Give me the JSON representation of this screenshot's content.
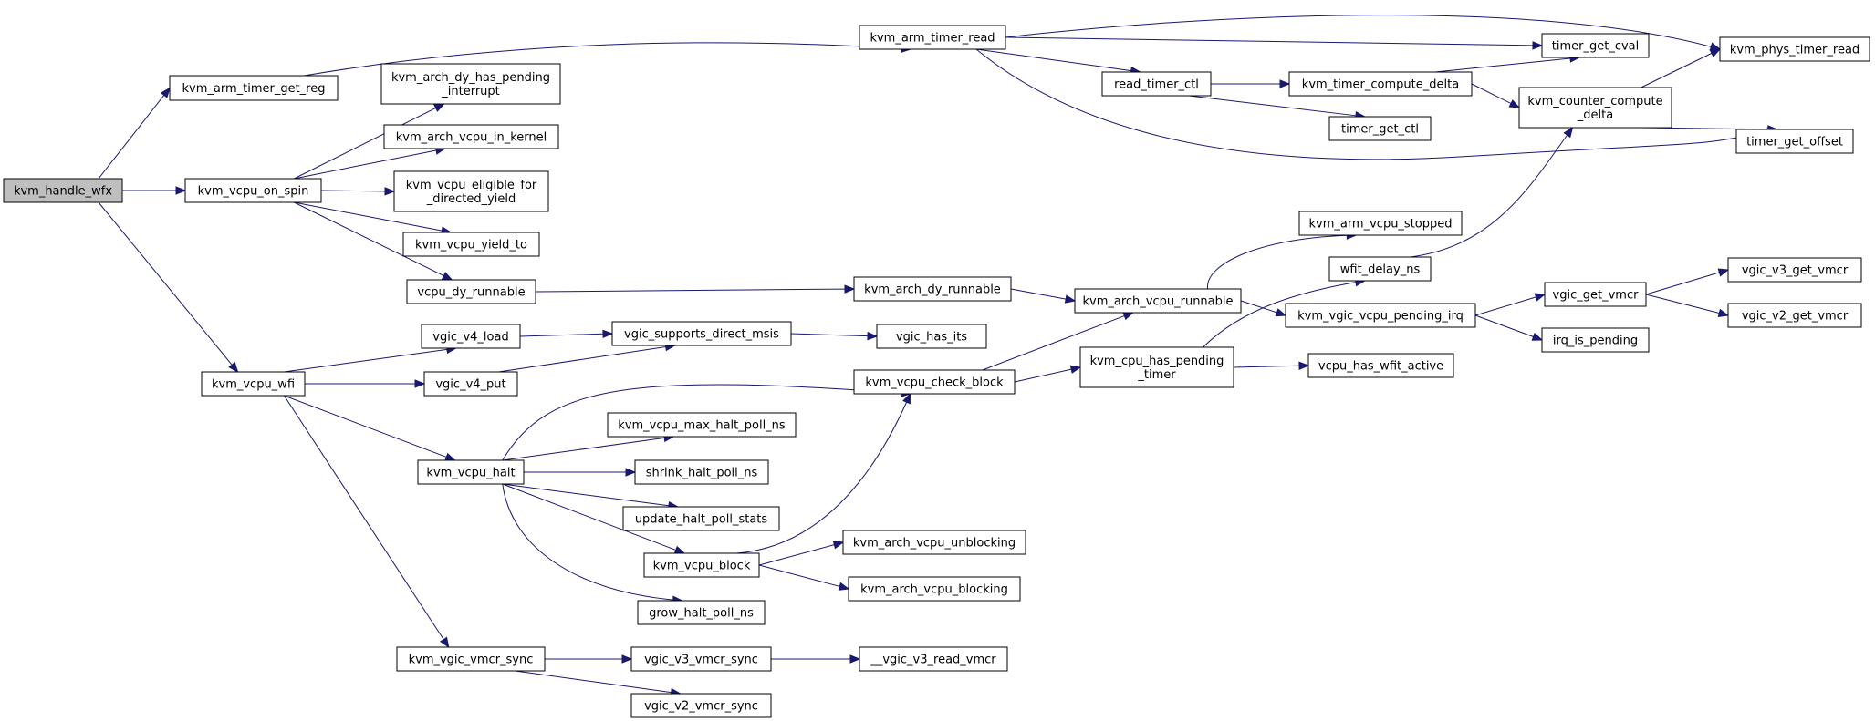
{
  "colors": {
    "edge": "#191970",
    "root_fill": "#bfbfbf",
    "node_fill": "#ffffff",
    "node_border": "#000000"
  },
  "nodes": {
    "kvm_handle_wfx": [
      "kvm_handle_wfx"
    ],
    "kvm_arm_timer_get_reg": [
      "kvm_arm_timer_get_reg"
    ],
    "kvm_vcpu_on_spin": [
      "kvm_vcpu_on_spin"
    ],
    "kvm_vcpu_wfi": [
      "kvm_vcpu_wfi"
    ],
    "kvm_arm_timer_read": [
      "kvm_arm_timer_read"
    ],
    "kvm_arch_dy_has_pending_interrupt": [
      "kvm_arch_dy_has_pending",
      "_interrupt"
    ],
    "kvm_arch_vcpu_in_kernel": [
      "kvm_arch_vcpu_in_kernel"
    ],
    "kvm_vcpu_eligible_for_directed_yield": [
      "kvm_vcpu_eligible_for",
      "_directed_yield"
    ],
    "kvm_vcpu_yield_to": [
      "kvm_vcpu_yield_to"
    ],
    "vcpu_dy_runnable": [
      "vcpu_dy_runnable"
    ],
    "vgic_v4_load": [
      "vgic_v4_load"
    ],
    "vgic_v4_put": [
      "vgic_v4_put"
    ],
    "kvm_vcpu_halt": [
      "kvm_vcpu_halt"
    ],
    "kvm_vgic_vmcr_sync": [
      "kvm_vgic_vmcr_sync"
    ],
    "vgic_supports_direct_msis": [
      "vgic_supports_direct_msis"
    ],
    "kvm_vcpu_max_halt_poll_ns": [
      "kvm_vcpu_max_halt_poll_ns"
    ],
    "shrink_halt_poll_ns": [
      "shrink_halt_poll_ns"
    ],
    "update_halt_poll_stats": [
      "update_halt_poll_stats"
    ],
    "kvm_vcpu_block": [
      "kvm_vcpu_block"
    ],
    "grow_halt_poll_ns": [
      "grow_halt_poll_ns"
    ],
    "vgic_v3_vmcr_sync": [
      "vgic_v3_vmcr_sync"
    ],
    "vgic_v2_vmcr_sync": [
      "vgic_v2_vmcr_sync"
    ],
    "vgic_has_its": [
      "vgic_has_its"
    ],
    "kvm_arch_dy_runnable": [
      "kvm_arch_dy_runnable"
    ],
    "kvm_vcpu_check_block": [
      "kvm_vcpu_check_block"
    ],
    "kvm_arch_vcpu_unblocking": [
      "kvm_arch_vcpu_unblocking"
    ],
    "kvm_arch_vcpu_blocking": [
      "kvm_arch_vcpu_blocking"
    ],
    "__vgic_v3_read_vmcr": [
      "__vgic_v3_read_vmcr"
    ],
    "read_timer_ctl": [
      "read_timer_ctl"
    ],
    "kvm_arch_vcpu_runnable": [
      "kvm_arch_vcpu_runnable"
    ],
    "kvm_cpu_has_pending_timer": [
      "kvm_cpu_has_pending",
      "_timer"
    ],
    "kvm_timer_compute_delta": [
      "kvm_timer_compute_delta"
    ],
    "timer_get_ctl": [
      "timer_get_ctl"
    ],
    "kvm_arm_vcpu_stopped": [
      "kvm_arm_vcpu_stopped"
    ],
    "wfit_delay_ns": [
      "wfit_delay_ns"
    ],
    "kvm_vgic_vcpu_pending_irq": [
      "kvm_vgic_vcpu_pending_irq"
    ],
    "vcpu_has_wfit_active": [
      "vcpu_has_wfit_active"
    ],
    "timer_get_cval": [
      "timer_get_cval"
    ],
    "kvm_counter_compute_delta": [
      "kvm_counter_compute",
      "_delta"
    ],
    "vgic_get_vmcr": [
      "vgic_get_vmcr"
    ],
    "irq_is_pending": [
      "irq_is_pending"
    ],
    "kvm_phys_timer_read": [
      "kvm_phys_timer_read"
    ],
    "timer_get_offset": [
      "timer_get_offset"
    ],
    "vgic_v3_get_vmcr": [
      "vgic_v3_get_vmcr"
    ],
    "vgic_v2_get_vmcr": [
      "vgic_v2_get_vmcr"
    ]
  },
  "edges": [
    [
      "kvm_handle_wfx",
      "kvm_arm_timer_get_reg"
    ],
    [
      "kvm_handle_wfx",
      "kvm_vcpu_on_spin"
    ],
    [
      "kvm_handle_wfx",
      "kvm_vcpu_wfi"
    ],
    [
      "kvm_arm_timer_get_reg",
      "kvm_arm_timer_read"
    ],
    [
      "kvm_vcpu_on_spin",
      "kvm_arch_dy_has_pending_interrupt"
    ],
    [
      "kvm_vcpu_on_spin",
      "kvm_arch_vcpu_in_kernel"
    ],
    [
      "kvm_vcpu_on_spin",
      "kvm_vcpu_eligible_for_directed_yield"
    ],
    [
      "kvm_vcpu_on_spin",
      "kvm_vcpu_yield_to"
    ],
    [
      "kvm_vcpu_on_spin",
      "vcpu_dy_runnable"
    ],
    [
      "kvm_vcpu_wfi",
      "vgic_v4_load"
    ],
    [
      "kvm_vcpu_wfi",
      "vgic_v4_put"
    ],
    [
      "kvm_vcpu_wfi",
      "kvm_vcpu_halt"
    ],
    [
      "kvm_vcpu_wfi",
      "kvm_vgic_vmcr_sync"
    ],
    [
      "kvm_arm_timer_read",
      "kvm_phys_timer_read"
    ],
    [
      "kvm_arm_timer_read",
      "timer_get_cval"
    ],
    [
      "kvm_arm_timer_read",
      "read_timer_ctl"
    ],
    [
      "kvm_arm_timer_read",
      "timer_get_offset"
    ],
    [
      "vcpu_dy_runnable",
      "kvm_arch_dy_runnable"
    ],
    [
      "vgic_v4_load",
      "vgic_supports_direct_msis"
    ],
    [
      "vgic_v4_put",
      "vgic_supports_direct_msis"
    ],
    [
      "vgic_supports_direct_msis",
      "vgic_has_its"
    ],
    [
      "kvm_vcpu_halt",
      "kvm_vcpu_check_block"
    ],
    [
      "kvm_vcpu_halt",
      "kvm_vcpu_max_halt_poll_ns"
    ],
    [
      "kvm_vcpu_halt",
      "shrink_halt_poll_ns"
    ],
    [
      "kvm_vcpu_halt",
      "update_halt_poll_stats"
    ],
    [
      "kvm_vcpu_halt",
      "kvm_vcpu_block"
    ],
    [
      "kvm_vcpu_halt",
      "grow_halt_poll_ns"
    ],
    [
      "kvm_vcpu_block",
      "kvm_vcpu_check_block"
    ],
    [
      "kvm_vcpu_block",
      "kvm_arch_vcpu_unblocking"
    ],
    [
      "kvm_vcpu_block",
      "kvm_arch_vcpu_blocking"
    ],
    [
      "kvm_vgic_vmcr_sync",
      "vgic_v3_vmcr_sync"
    ],
    [
      "kvm_vgic_vmcr_sync",
      "vgic_v2_vmcr_sync"
    ],
    [
      "vgic_v3_vmcr_sync",
      "__vgic_v3_read_vmcr"
    ],
    [
      "kvm_arch_dy_runnable",
      "kvm_arch_vcpu_runnable"
    ],
    [
      "kvm_vcpu_check_block",
      "kvm_arch_vcpu_runnable"
    ],
    [
      "kvm_vcpu_check_block",
      "kvm_cpu_has_pending_timer"
    ],
    [
      "read_timer_ctl",
      "kvm_timer_compute_delta"
    ],
    [
      "read_timer_ctl",
      "timer_get_ctl"
    ],
    [
      "kvm_arch_vcpu_runnable",
      "kvm_arm_vcpu_stopped"
    ],
    [
      "kvm_arch_vcpu_runnable",
      "kvm_vgic_vcpu_pending_irq"
    ],
    [
      "kvm_cpu_has_pending_timer",
      "wfit_delay_ns"
    ],
    [
      "kvm_cpu_has_pending_timer",
      "vcpu_has_wfit_active"
    ],
    [
      "kvm_timer_compute_delta",
      "timer_get_cval"
    ],
    [
      "kvm_timer_compute_delta",
      "kvm_counter_compute_delta"
    ],
    [
      "wfit_delay_ns",
      "kvm_counter_compute_delta"
    ],
    [
      "kvm_vgic_vcpu_pending_irq",
      "vgic_get_vmcr"
    ],
    [
      "kvm_vgic_vcpu_pending_irq",
      "irq_is_pending"
    ],
    [
      "kvm_counter_compute_delta",
      "kvm_phys_timer_read"
    ],
    [
      "kvm_counter_compute_delta",
      "timer_get_offset"
    ],
    [
      "vgic_get_vmcr",
      "vgic_v3_get_vmcr"
    ],
    [
      "vgic_get_vmcr",
      "vgic_v2_get_vmcr"
    ]
  ]
}
